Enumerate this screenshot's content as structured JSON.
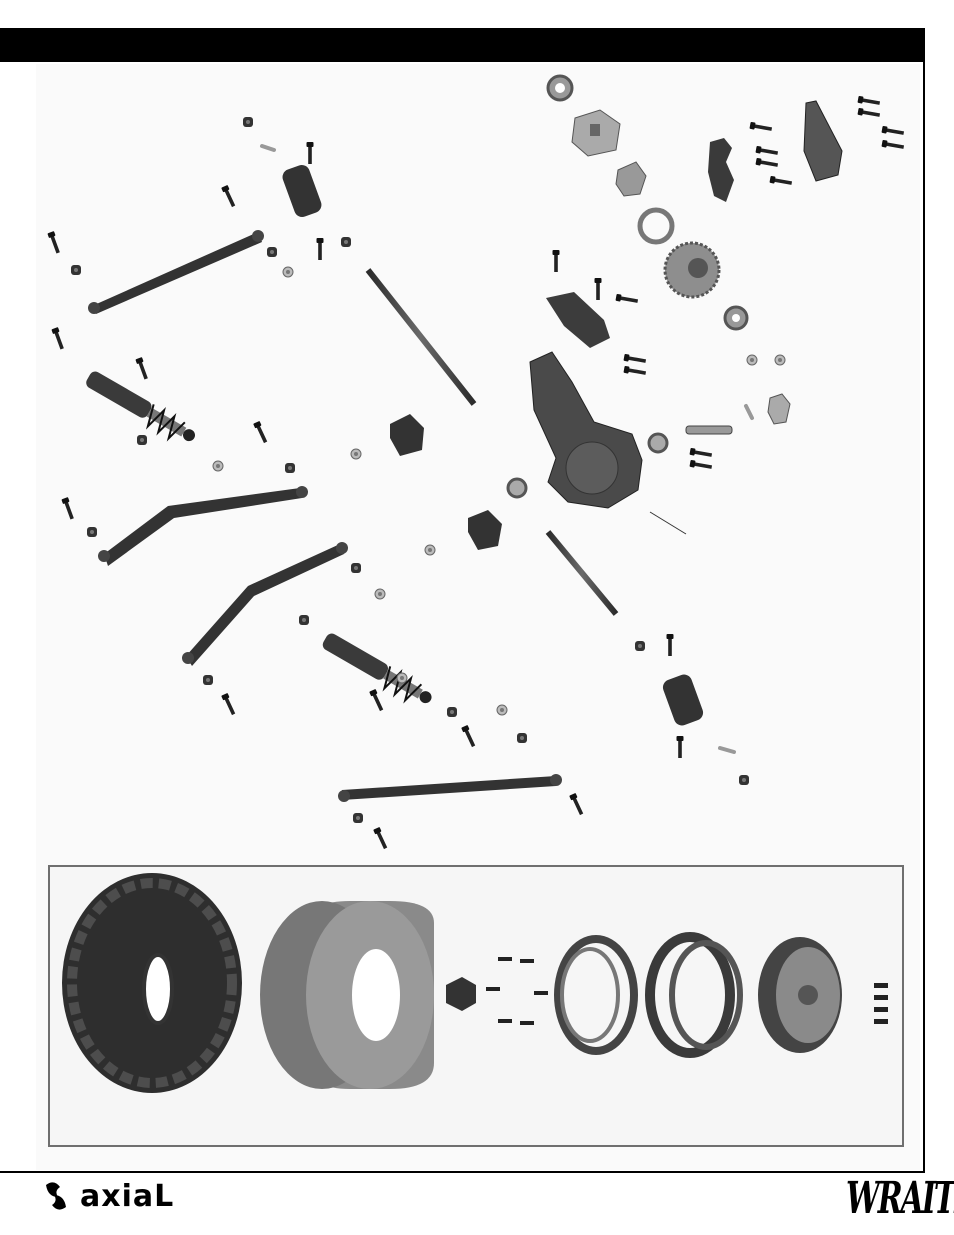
{
  "header": {
    "title": ""
  },
  "figure": {
    "parts": [
      "bearing",
      "diff-case",
      "diff-spider",
      "axle-link-mount",
      "diff-cover",
      "ring-gear",
      "pinion-gear",
      "axle-housing",
      "steering-knuckle",
      "axle-shaft",
      "upper-link",
      "lower-link",
      "shock",
      "wheel-hub",
      "screw",
      "nut"
    ]
  },
  "wheel_assembly": {
    "parts": [
      "tire",
      "foam-insert",
      "hex-hub",
      "bead-lock-ring",
      "inner-ring",
      "wheel",
      "screws"
    ]
  },
  "footer": {
    "brand": "axiaL",
    "model": "WRAITH",
    "colors": {
      "bar": "#000000",
      "parts": "#3a3a3a",
      "parts_light": "#9a9a9a"
    }
  }
}
